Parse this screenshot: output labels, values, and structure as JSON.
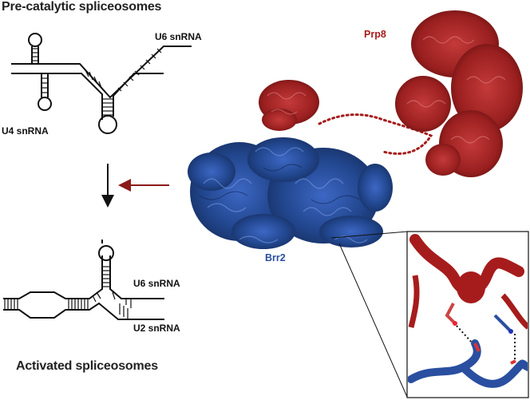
{
  "titles": {
    "top": "Pre-catalytic spliceosomes",
    "bottom": "Activated spliceosomes"
  },
  "rna_labels": {
    "u6_top": "U6 snRNA",
    "u4": "U4 snRNA",
    "u6_bottom": "U6 snRNA",
    "u2": "U2 snRNA"
  },
  "proteins": {
    "prp8": "Prp8",
    "brr2": "Brr2"
  },
  "colors": {
    "prp8": "#a61c1c",
    "brr2": "#2a4fa0",
    "line": "#111111",
    "arrow_red": "#8b1a1a"
  }
}
